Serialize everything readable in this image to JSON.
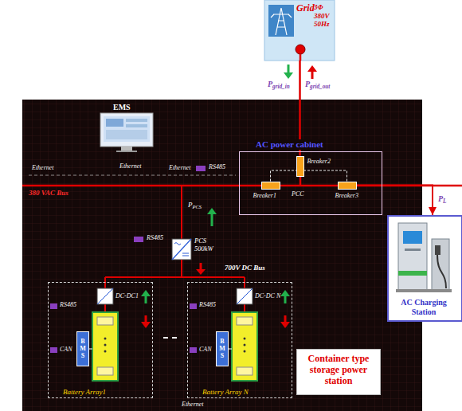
{
  "diagram": {
    "nodes": [
      {
        "text": [
          "Grid",
          "3Φ 380V 50Hz"
        ]
      },
      {
        "text": [
          "EMS"
        ]
      },
      {
        "text": [
          "AC power cabinet"
        ]
      },
      {
        "text": [
          "Breaker2"
        ],
        "in": 2
      },
      {
        "text": [
          "Breaker1"
        ],
        "in": 2
      },
      {
        "text": [
          "Breaker3"
        ],
        "in": 2
      },
      {
        "text": [
          "PCS 500kW"
        ]
      },
      {
        "text": [
          "Battery Array1"
        ]
      },
      {
        "text": [
          "DC-DC1"
        ],
        "in": 7
      },
      {
        "text": [
          "BMS"
        ],
        "in": 7
      },
      {
        "text": [
          "Battery Array N"
        ]
      },
      {
        "text": [
          "DC-DC N"
        ],
        "in": 10
      },
      {
        "text": [
          "BMS"
        ],
        "in": 10
      },
      {
        "text": [
          "Container type storage power station"
        ]
      },
      {
        "text": [
          "AC Charging Station"
        ]
      }
    ],
    "edges": [
      {
        "from": 0,
        "to": 3,
        "arrow": "none"
      },
      {
        "from": 4,
        "to": 5,
        "arrow": "none"
      },
      {
        "from": 5,
        "to": 14,
        "arrow": "to",
        "label": "PL"
      }
    ],
    "labels": [
      "Pgrid_in",
      "Pgrid_out",
      "Ethernet",
      "Ethernet",
      "Ethernet",
      "RS485",
      "380 VAC Bus",
      "PCC",
      "PPCS",
      "RS485",
      "700V DC Bus",
      "RS485",
      "CAN",
      "RS485",
      "CAN",
      "Ethernet"
    ]
  }
}
